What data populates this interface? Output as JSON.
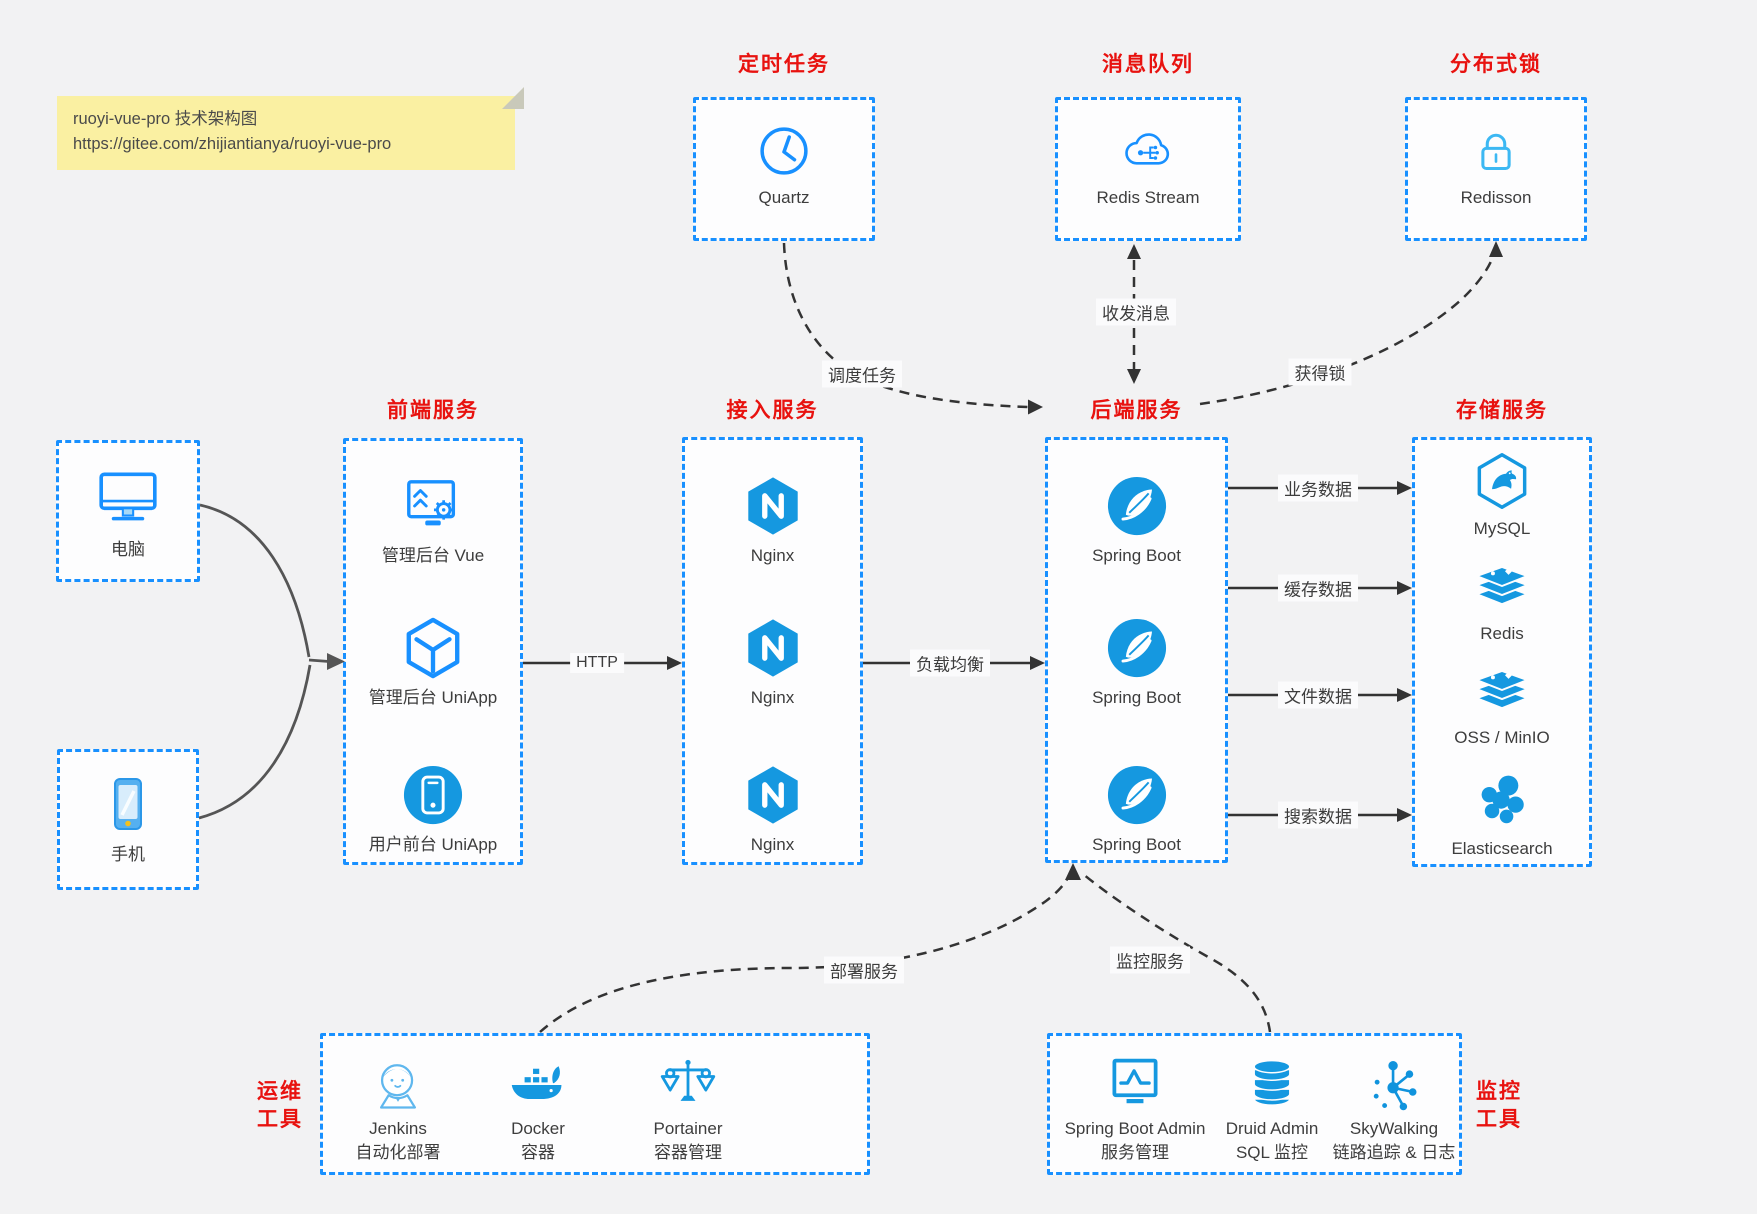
{
  "note": {
    "line1": "ruoyi-vue-pro 技术架构图",
    "line2": "https://gitee.com/zhijiantianya/ruoyi-vue-pro"
  },
  "top_services": [
    {
      "title": "定时任务",
      "icon": "clock-icon",
      "label": "Quartz"
    },
    {
      "title": "消息队列",
      "icon": "cloud-stream-icon",
      "label": "Redis Stream"
    },
    {
      "title": "分布式锁",
      "icon": "lock-icon",
      "label": "Redisson"
    }
  ],
  "clients": [
    {
      "icon": "computer-icon",
      "label": "电脑"
    },
    {
      "icon": "smartphone-icon",
      "label": "手机"
    }
  ],
  "columns": {
    "frontend": {
      "title": "前端服务",
      "items": [
        {
          "icon": "admin-vue-icon",
          "label": "管理后台 Vue"
        },
        {
          "icon": "uniapp-cube-icon",
          "label": "管理后台 UniApp"
        },
        {
          "icon": "user-app-icon",
          "label": "用户前台 UniApp"
        }
      ]
    },
    "gateway": {
      "title": "接入服务",
      "items": [
        {
          "icon": "nginx-icon",
          "label": "Nginx"
        },
        {
          "icon": "nginx-icon",
          "label": "Nginx"
        },
        {
          "icon": "nginx-icon",
          "label": "Nginx"
        }
      ]
    },
    "backend": {
      "title": "后端服务",
      "items": [
        {
          "icon": "spring-boot-icon",
          "label": "Spring Boot"
        },
        {
          "icon": "spring-boot-icon",
          "label": "Spring Boot"
        },
        {
          "icon": "spring-boot-icon",
          "label": "Spring Boot"
        }
      ]
    },
    "storage": {
      "title": "存储服务",
      "items": [
        {
          "icon": "mysql-icon",
          "label": "MySQL"
        },
        {
          "icon": "redis-icon",
          "label": "Redis"
        },
        {
          "icon": "redis-icon",
          "label": "OSS / MinIO"
        },
        {
          "icon": "elasticsearch-icon",
          "label": "Elasticsearch"
        }
      ]
    }
  },
  "ops_tools": {
    "side_title_lines": [
      "运维",
      "工具"
    ],
    "items": [
      {
        "icon": "jenkins-icon",
        "label": "Jenkins",
        "sublabel": "自动化部署"
      },
      {
        "icon": "docker-icon",
        "label": "Docker",
        "sublabel": "容器"
      },
      {
        "icon": "portainer-icon",
        "label": "Portainer",
        "sublabel": "容器管理"
      }
    ]
  },
  "monitor_tools": {
    "side_title_lines": [
      "监控",
      "工具"
    ],
    "items": [
      {
        "icon": "spring-boot-admin-icon",
        "label": "Spring Boot Admin",
        "sublabel": "服务管理"
      },
      {
        "icon": "druid-icon",
        "label": "Druid Admin",
        "sublabel": "SQL 监控"
      },
      {
        "icon": "skywalking-icon",
        "label": "SkyWalking",
        "sublabel": "链路追踪 & 日志"
      }
    ]
  },
  "connectors": {
    "http": "HTTP",
    "load_balance": "负载均衡",
    "business": "业务数据",
    "cache": "缓存数据",
    "file": "文件数据",
    "search": "搜索数据",
    "schedule": "调度任务",
    "messaging": "收发消息",
    "lock": "获得锁",
    "deploy": "部署服务",
    "monitor": "监控服务"
  },
  "colors": {
    "border_blue": "#1890ff",
    "icon_blue": "#1598e0",
    "title_red": "#e8120f",
    "connector_dark": "#333333",
    "connector_gray": "#555555",
    "note_bg": "#faf0a2",
    "canvas_bg": "#f2f2f3",
    "box_bg": "#fdfdfe"
  }
}
